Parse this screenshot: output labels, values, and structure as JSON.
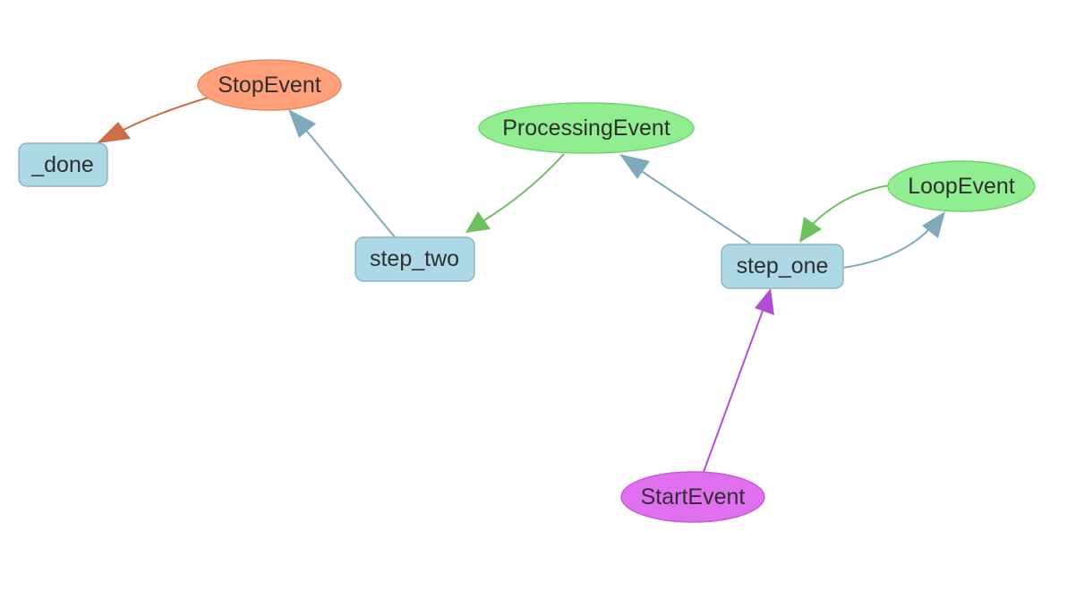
{
  "nodes": {
    "stop_event": {
      "label": "StopEvent",
      "fill": "#ffa07a",
      "stroke": "#e08a64"
    },
    "done": {
      "label": "_done",
      "fill": "#add8e6",
      "stroke": "#8fb3c4"
    },
    "processing_event": {
      "label": "ProcessingEvent",
      "fill": "#90ee90",
      "stroke": "#73cf73"
    },
    "step_two": {
      "label": "step_two",
      "fill": "#add8e6",
      "stroke": "#8fb3c4"
    },
    "loop_event": {
      "label": "LoopEvent",
      "fill": "#90ee90",
      "stroke": "#73cf73"
    },
    "step_one": {
      "label": "step_one",
      "fill": "#add8e6",
      "stroke": "#8fb3c4"
    },
    "start_event": {
      "label": "StartEvent",
      "fill": "#e070f0",
      "stroke": "#c45ad4"
    }
  },
  "edges": [
    {
      "from": "stop_event",
      "to": "done",
      "color": "#cd6e47"
    },
    {
      "from": "step_two",
      "to": "stop_event",
      "color": "#7faabb"
    },
    {
      "from": "processing_event",
      "to": "step_two",
      "color": "#6dbf5f"
    },
    {
      "from": "step_one",
      "to": "processing_event",
      "color": "#7faabb"
    },
    {
      "from": "loop_event",
      "to": "step_one",
      "color": "#6dbf5f"
    },
    {
      "from": "step_one",
      "to": "loop_event",
      "color": "#7faabb"
    },
    {
      "from": "start_event",
      "to": "step_one",
      "color": "#b24dd8"
    }
  ]
}
